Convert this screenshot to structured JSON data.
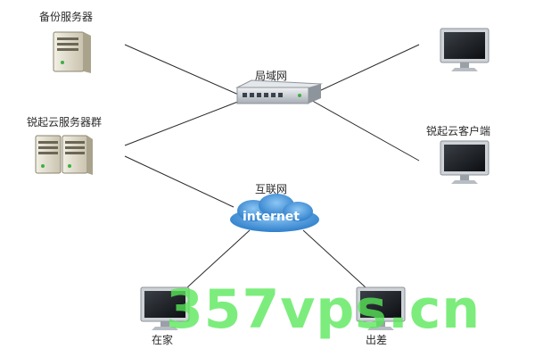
{
  "nodes": {
    "backup_server": {
      "label": "备份服务器"
    },
    "cluster": {
      "label": "锐起云服务器群"
    },
    "lan": {
      "label": "局域网"
    },
    "internet": {
      "label": "互联网",
      "cloud_text": "internet"
    },
    "client_top": {
      "label": ""
    },
    "client_right": {
      "label": "锐起云客户端"
    },
    "home": {
      "label": "在家"
    },
    "trip": {
      "label": "出差"
    }
  },
  "watermark": "357vps.cn",
  "colors": {
    "background": "#ffffff",
    "line": "#2b2b2b",
    "cloud": "#3d8fd8",
    "watermark": "#58e858"
  }
}
